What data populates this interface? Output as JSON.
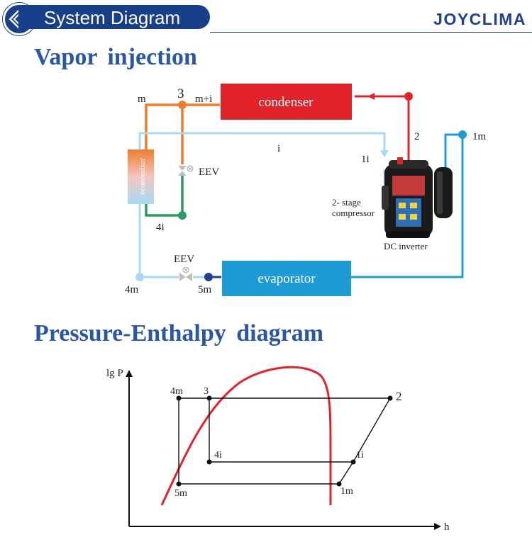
{
  "header": {
    "title": "System Diagram",
    "brand": "JOYCLIMA"
  },
  "sections": {
    "vapor_injection": "Vapor injection",
    "ph_diagram": "Pressure-Enthalpy  diagram"
  },
  "system": {
    "condenser": "condenser",
    "evaporator": "evaporator",
    "economizer": "economizer",
    "eev_top": "EEV",
    "eev_bottom": "EEV",
    "compressor_line1": "2-  stage",
    "compressor_line2": "compressor",
    "dc_inverter": "DC inverter",
    "labels": {
      "m": "m",
      "n3": "3",
      "mi": "m+i",
      "i": "i",
      "one_i": "1i",
      "two": "2",
      "one_m": "1m",
      "four_i": "4i",
      "four_m": "4m",
      "five_m": "5m"
    },
    "colors": {
      "hot": "#e2232a",
      "orange": "#ee7d2e",
      "green": "#2f9a63",
      "light_blue": "#a6daf3",
      "blue": "#1e9bd7",
      "dark_blue": "#1c3f8e"
    }
  },
  "ph": {
    "y_axis": "lg P",
    "x_axis": "h",
    "points": {
      "p4m": "4m",
      "p3": "3",
      "p2": "2",
      "p4i": "4i",
      "p1i": "1i",
      "p5m": "5m",
      "p1m": "1m"
    }
  }
}
